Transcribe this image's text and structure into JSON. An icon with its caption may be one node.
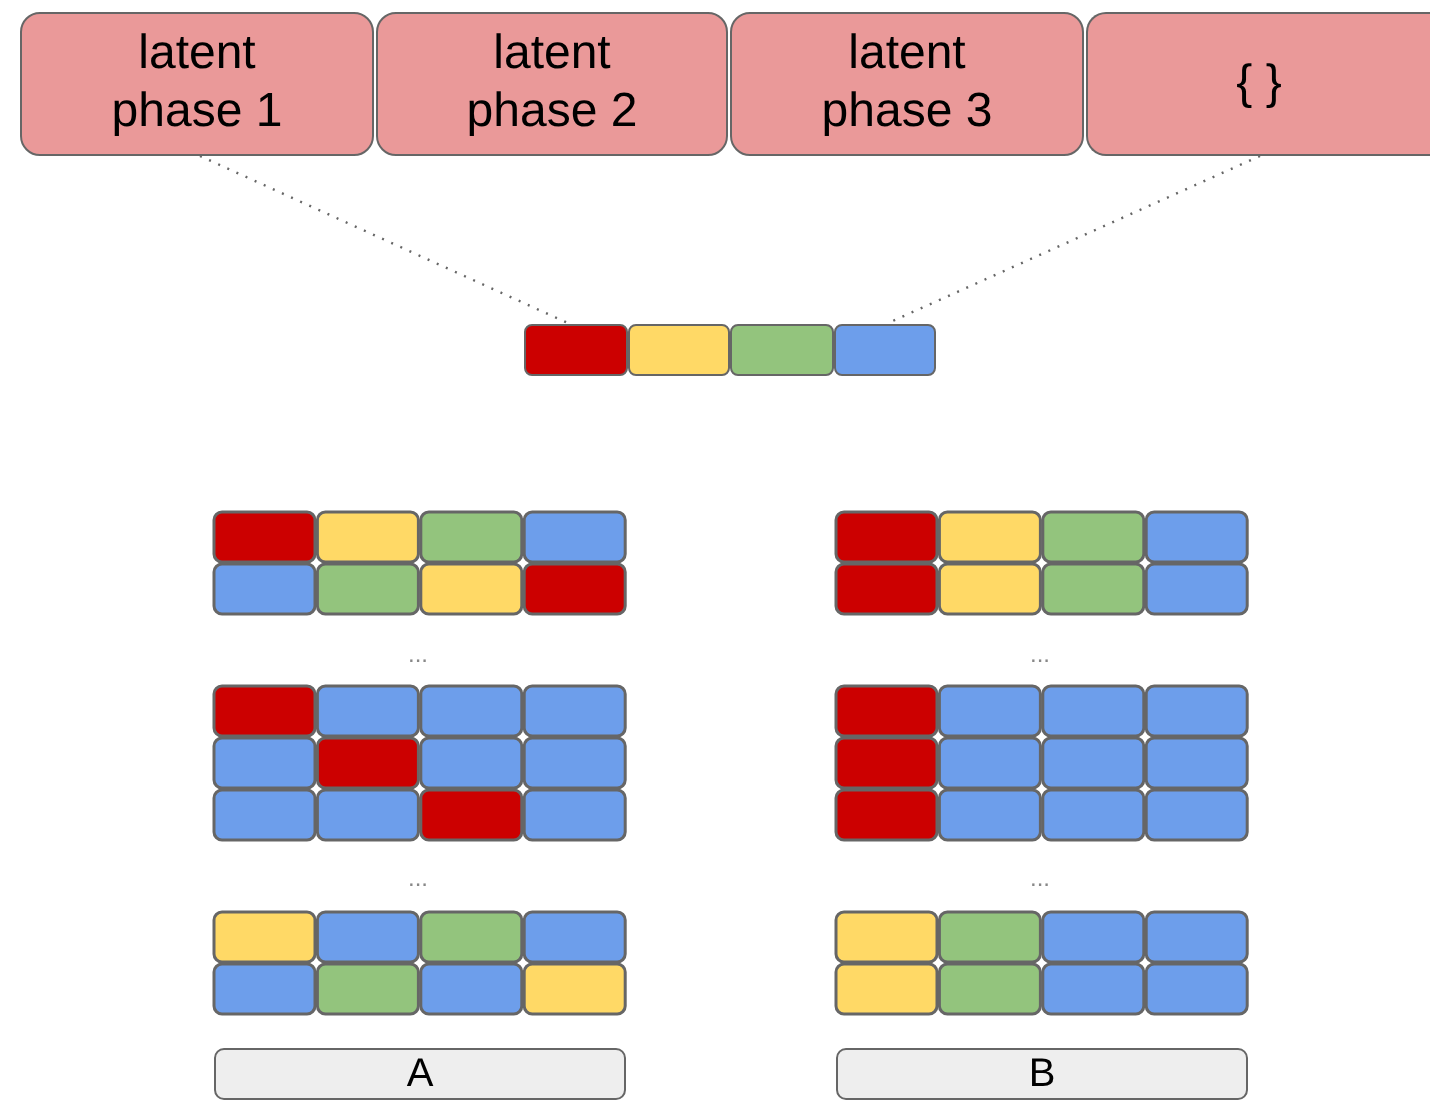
{
  "diagram": {
    "nodes": [
      {
        "text": [
          "latent phase 1"
        ]
      },
      {
        "text": [
          "latent phase 2"
        ]
      },
      {
        "text": [
          "latent phase 3"
        ]
      },
      {
        "text": [
          "{ }"
        ]
      },
      {
        "text": [],
        "shape": "box"
      },
      {
        "text": [],
        "shape": "box"
      },
      {
        "text": [],
        "shape": "box"
      },
      {
        "text": [],
        "shape": "box"
      },
      {
        "text": [
          "A"
        ]
      },
      {
        "text": [
          "B"
        ]
      }
    ],
    "edges": [
      {
        "from": 0,
        "to": 4,
        "arrow": "none",
        "style": "dashed"
      },
      {
        "from": 3,
        "to": 7,
        "arrow": "none",
        "style": "dashed"
      }
    ],
    "labels": [
      "...",
      "...",
      "...",
      "..."
    ]
  }
}
